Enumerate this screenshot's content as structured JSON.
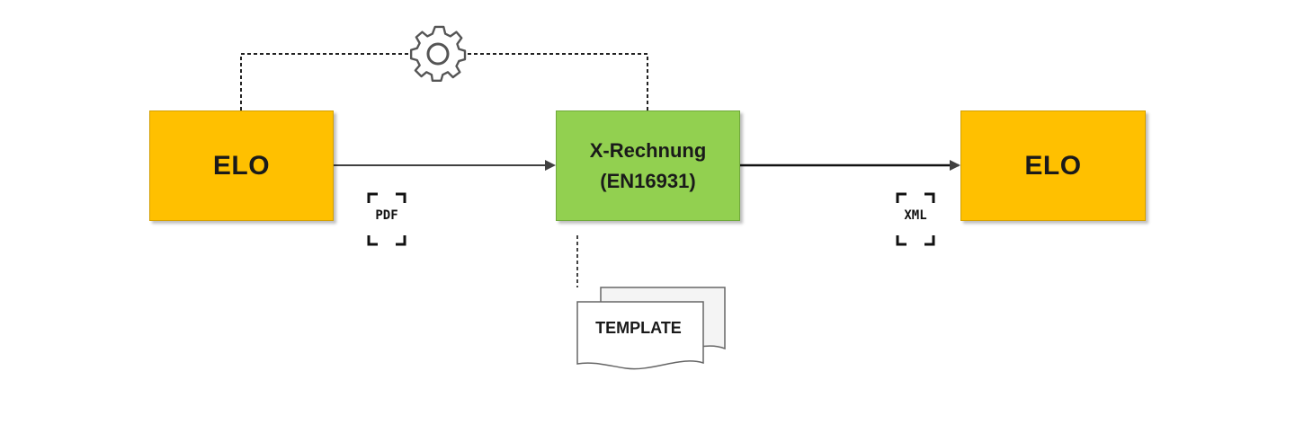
{
  "nodes": {
    "source": {
      "label": "ELO"
    },
    "converter": {
      "line1": "X-Rechnung",
      "line2": "(EN16931)"
    },
    "target": {
      "label": "ELO"
    }
  },
  "template": {
    "label": "TEMPLATE"
  },
  "file_types": {
    "input": "PDF",
    "output": "XML"
  },
  "icons": {
    "settings": "gear-icon",
    "document": "document-stack-icon"
  },
  "colors": {
    "elo": "#ffc000",
    "converter": "#92d050",
    "line": "#404040"
  }
}
